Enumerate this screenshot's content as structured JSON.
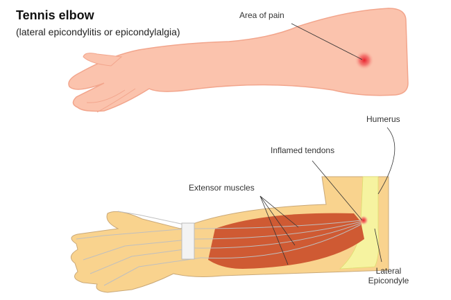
{
  "title": "Tennis elbow",
  "subtitle": "(lateral epicondylitis or epicondylalgia)",
  "labels": {
    "area_of_pain": "Area of pain",
    "humerus": "Humerus",
    "inflamed_tendons": "Inflamed tendons",
    "extensor_muscles": "Extensor muscles",
    "lateral_epicondyle_line1": "Lateral",
    "lateral_epicondyle_line2": "Epicondyle"
  },
  "colors": {
    "skin": "#fbc3ad",
    "skin_outline": "#f2a58c",
    "pain": "#e8212c",
    "flesh": "#f9d38e",
    "muscle": "#cf5a33",
    "bone": "#f6f3a0",
    "tendon": "#eeeeee"
  }
}
